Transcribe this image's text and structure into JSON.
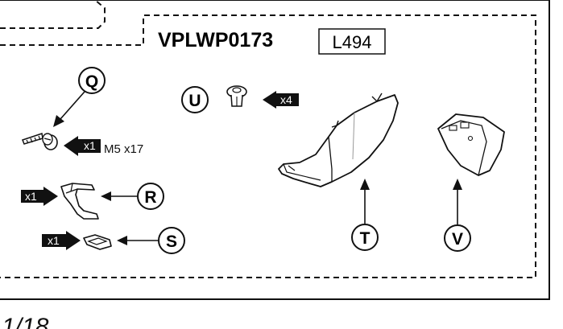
{
  "kit": {
    "part_number": "VPLWP0173",
    "code": "L494"
  },
  "parts": [
    {
      "callout": "Q",
      "quantity": "x1",
      "spec": "M5 x17",
      "icon": "screw-with-washer-icon"
    },
    {
      "callout": "R",
      "quantity": "x1",
      "icon": "bracket-icon"
    },
    {
      "callout": "S",
      "quantity": "x1",
      "icon": "clip-nut-icon"
    },
    {
      "callout": "U",
      "quantity": "x4",
      "icon": "push-rivet-icon"
    },
    {
      "callout": "T",
      "icon": "trim-panel-icon"
    },
    {
      "callout": "V",
      "icon": "corner-cover-icon"
    }
  ],
  "page": {
    "number": "1/18"
  }
}
